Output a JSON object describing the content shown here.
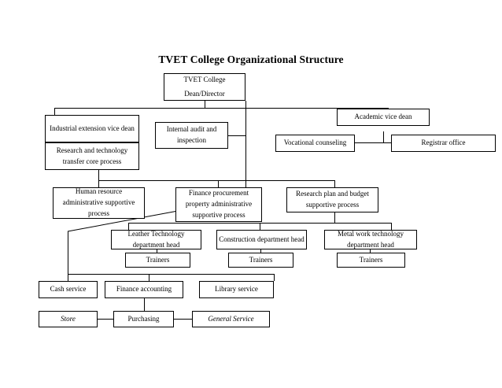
{
  "title": "TVET College Organizational Structure",
  "diagram": {
    "type": "organizational-chart",
    "nodes": {
      "root": {
        "line1": "TVET College",
        "line2": "Dean/Director"
      },
      "industrial_extension_vice_dean": {
        "text": "Industrial extension vice dean"
      },
      "research_technology_transfer": {
        "text": "Research and technology transfer core process"
      },
      "internal_audit": {
        "text": "Internal audit and inspection"
      },
      "academic_vice_dean": {
        "text": "Academic vice dean"
      },
      "vocational_counseling": {
        "text": "Vocational counseling"
      },
      "registrar_office": {
        "text": "Registrar office"
      },
      "human_resource": {
        "text": "Human resource administrative supportive process"
      },
      "finance_procurement": {
        "text": "Finance procurement property administrative supportive process"
      },
      "research_plan_budget": {
        "text": "Research plan and budget supportive process"
      },
      "leather_technology_head": {
        "text": "Leather Technology department head"
      },
      "construction_head": {
        "text": "Construction department head"
      },
      "metal_work_head": {
        "text": "Metal work technology department head"
      },
      "trainers_leather": {
        "text": "Trainers"
      },
      "trainers_construction": {
        "text": "Trainers"
      },
      "trainers_metal": {
        "text": "Trainers"
      },
      "cash_service": {
        "text": "Cash service"
      },
      "finance_accounting": {
        "text": "Finance accounting"
      },
      "library_service": {
        "text": "Library service"
      },
      "store": {
        "text": "Store"
      },
      "purchasing": {
        "text": "Purchasing"
      },
      "general_service": {
        "text": "General Service"
      }
    },
    "colors": {
      "box_border": "#000000",
      "box_fill": "#ffffff",
      "line": "#000000",
      "text": "#000000",
      "background": "#ffffff"
    }
  }
}
